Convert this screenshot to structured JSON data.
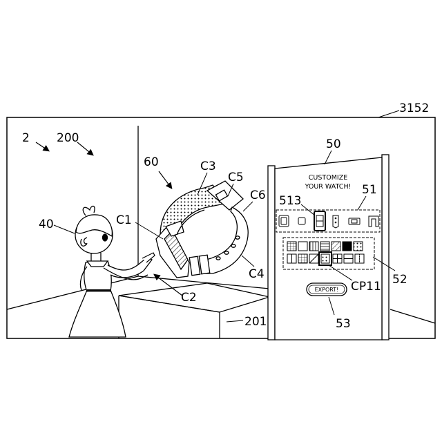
{
  "figure": {
    "labels": {
      "frame": "3152",
      "space": "2",
      "room": "200",
      "user": "40",
      "watch": "60",
      "part_c1": "C1",
      "part_c2": "C2",
      "part_c3": "C3",
      "part_c4": "C4",
      "part_c5": "C5",
      "part_c6": "C6",
      "table": "201",
      "panel": "50",
      "parts_row": "51",
      "selected_part": "513",
      "pattern_grid": "52",
      "selected_pattern": "CP11",
      "export_button_ref": "53"
    },
    "panel_title": {
      "line1": "CUSTOMIZE",
      "line2": "YOUR WATCH!"
    },
    "export_label": "EXPORT!"
  }
}
